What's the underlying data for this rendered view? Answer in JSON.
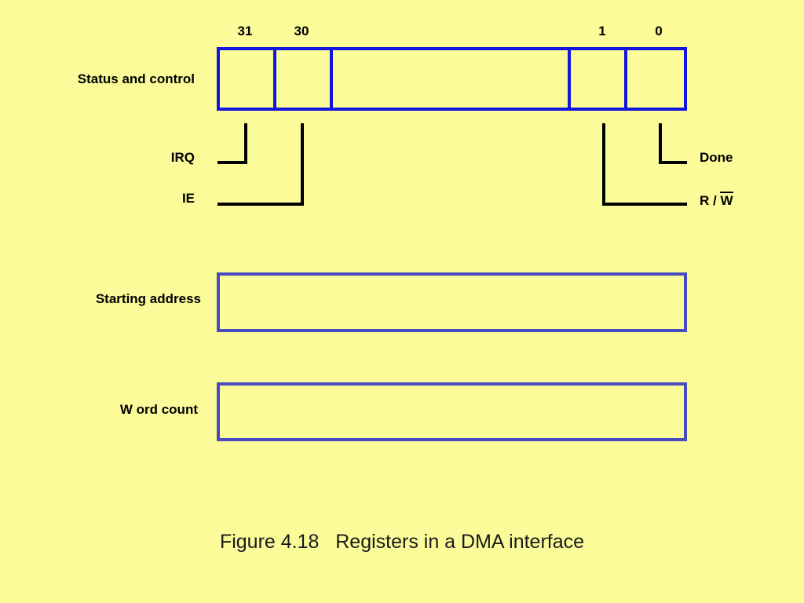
{
  "figure": {
    "caption": "Figure 4.18   Registers in a DMA interface",
    "background_color": "#fbfb99"
  },
  "colors": {
    "status_register_border": "#1414e0",
    "plain_register_border": "#4a4ac0",
    "leader_line": "#000000",
    "text": "#000000"
  },
  "status_and_control": {
    "row_label": "Status and control",
    "bit_numbers": [
      "31",
      "30",
      "1",
      "0"
    ],
    "fields": [
      {
        "bit": "31",
        "name": "IRQ"
      },
      {
        "bit": "30",
        "name": "IE"
      },
      {
        "bit": "1",
        "name_prefix": "R / ",
        "name_overbar": "W"
      },
      {
        "bit": "0",
        "name": "Done"
      }
    ]
  },
  "registers": [
    {
      "label": "Starting address"
    },
    {
      "label": "W ord count"
    }
  ],
  "callouts": {
    "irq": "IRQ",
    "ie": "IE",
    "done": "Done",
    "rw_prefix": "R / ",
    "rw_overbar": "W"
  }
}
